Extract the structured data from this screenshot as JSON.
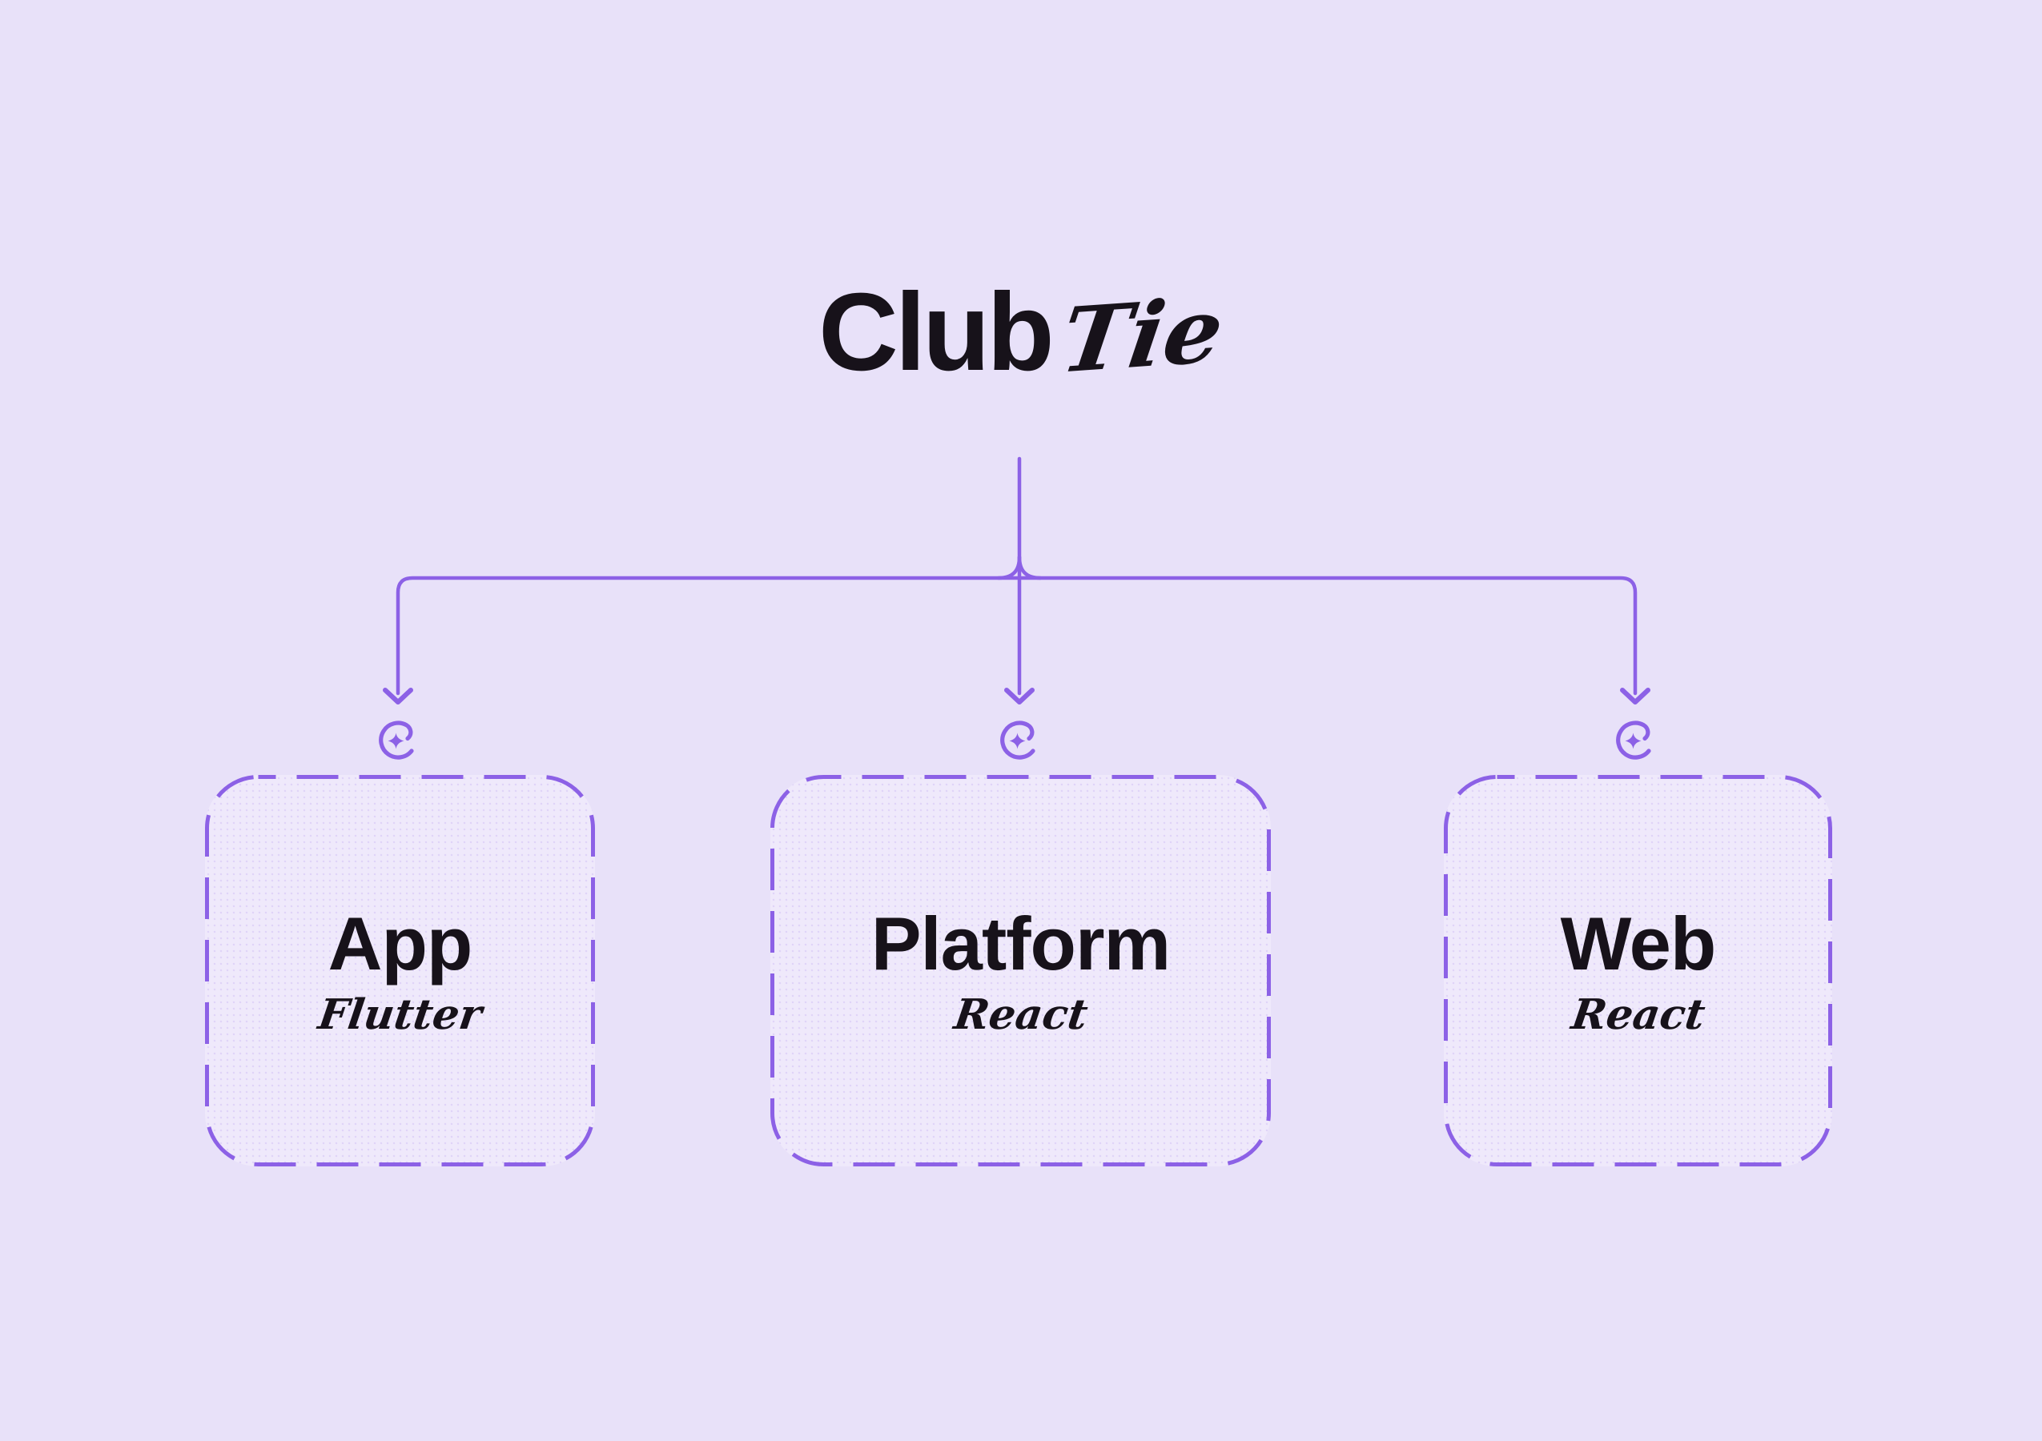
{
  "logo": {
    "sans": "Club",
    "script": "Tie"
  },
  "nodes": [
    {
      "id": "app",
      "label": "App",
      "sublabel": "Flutter"
    },
    {
      "id": "platform",
      "label": "Platform",
      "sublabel": "React"
    },
    {
      "id": "web",
      "label": "Web",
      "sublabel": "React"
    }
  ],
  "icons": {
    "branch_marker": "sparkle-circle-icon",
    "branch_arrow": "arrow-down-icon"
  },
  "colors": {
    "accent_purple": "#8C61E6",
    "background": "#E8E1F9",
    "node_fill": "#EFE9FB",
    "text": "#17121A"
  }
}
